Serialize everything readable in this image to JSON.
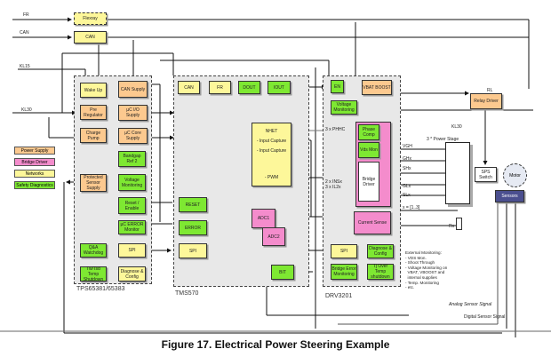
{
  "caption": "Figure 17.  Electrical Power Steering Example",
  "inputs": {
    "fr": "FR",
    "can": "CAN",
    "kl15": "KL15",
    "kl30": "KL30",
    "kl30b": "KL30"
  },
  "top_blocks": {
    "flexray": "Flexray",
    "can": "CAN"
  },
  "legend": {
    "power_supply": "Power Supply",
    "bridge_driver": "Bridge Driver",
    "networks": "Networks",
    "safety_diagnostics": "Safety Diagnostics"
  },
  "colors": {
    "power_supply": "#fcc98f",
    "bridge_driver": "#f48ccc",
    "networks": "#fdf79a",
    "safety_diagnostics": "#7ee832",
    "sensors": "#4b4f8f"
  },
  "chips": {
    "pmic": {
      "name": "TPS65381/65383",
      "blocks": {
        "wakeup": "Wake Up",
        "can_supply": "CAN Supply",
        "pre_regulator": "Pre Regulator",
        "uc_io_supply": "µC I/O Supply",
        "charge_pump": "Charge Pump",
        "uc_core_supply": "µC Core Supply",
        "bandgap_ref": "Bandgap Ref 2",
        "protected_sensor_supply": "Protected Sensor Supply",
        "voltage_monitoring": "Voltage Monitoring",
        "reset_enable": "Reset / Enable",
        "uc_error_monitor": "µC ERROR Monitor",
        "qa_watchdog": "Q&A Watchdog",
        "spi": "SPI",
        "temp_shutdown": "Tw/Tsd Temp Shutdown",
        "diagnose_config": "Diagnose & Config"
      }
    },
    "mcu": {
      "name": "TMS570",
      "blocks": {
        "can": "CAN",
        "fr": "FR",
        "dout": "DOUT",
        "iout": "IOUT",
        "nhet_title": "NHET",
        "nhet_line1": "- Input Capture",
        "nhet_line2": "- Input Capture",
        "nhet_line3": "- PWM",
        "reset": "RESET",
        "error": "ERROR",
        "spi": "SPI",
        "adc1": "ADC1",
        "adc2": "ADC2",
        "bit": "BIT"
      }
    },
    "driver": {
      "name": "DRV3201",
      "blocks": {
        "en": "EN",
        "vbat_boost": "VBAT BOOST",
        "voltage_monitoring": "Voltage Monitoring",
        "phase_comp": "Phase Comp",
        "vds_mon": "Vds Mon",
        "bridge_driver": "Bridge Driver",
        "current_sense": "Current Sense",
        "spi": "SPI",
        "diagnose_config": "Diagnose & Config",
        "bridge_error_monitoring": "Bridge Error Monitoring",
        "temp_shutdown": "Tj Over Temp shutdown"
      },
      "signals": {
        "phase_in": "3 x PHHC",
        "pwm_in_1": "2 x INSx",
        "pwm_in_2": "3 x IL2x",
        "vgh": "VGH",
        "ghx": "GHx",
        "shx": "SHx",
        "glx": "GLx",
        "slx": "SLx",
        "sense": "x = [1..3]"
      }
    }
  },
  "power_stage": {
    "label": "3 * Power Stage",
    "supply": "KL30",
    "shunt": "Rx"
  },
  "relay_driver": {
    "label": "Relay Driver",
    "pin": "RL"
  },
  "sps_switch": "SPS Switch",
  "motor": "Motor",
  "sensors": "Sensors",
  "external_monitoring": "External Monitoring:\n- VDS Mon.\n- Shoot Through\n- Voltage Monitoring on\n  VBAT, VBOOST and\n  internal supplies\n- Temp. Monitoring\n- etc.",
  "signals": {
    "analog_sensor": "Analog Sensor Signal",
    "digital_sensor": "Digital Sensor Signal"
  }
}
